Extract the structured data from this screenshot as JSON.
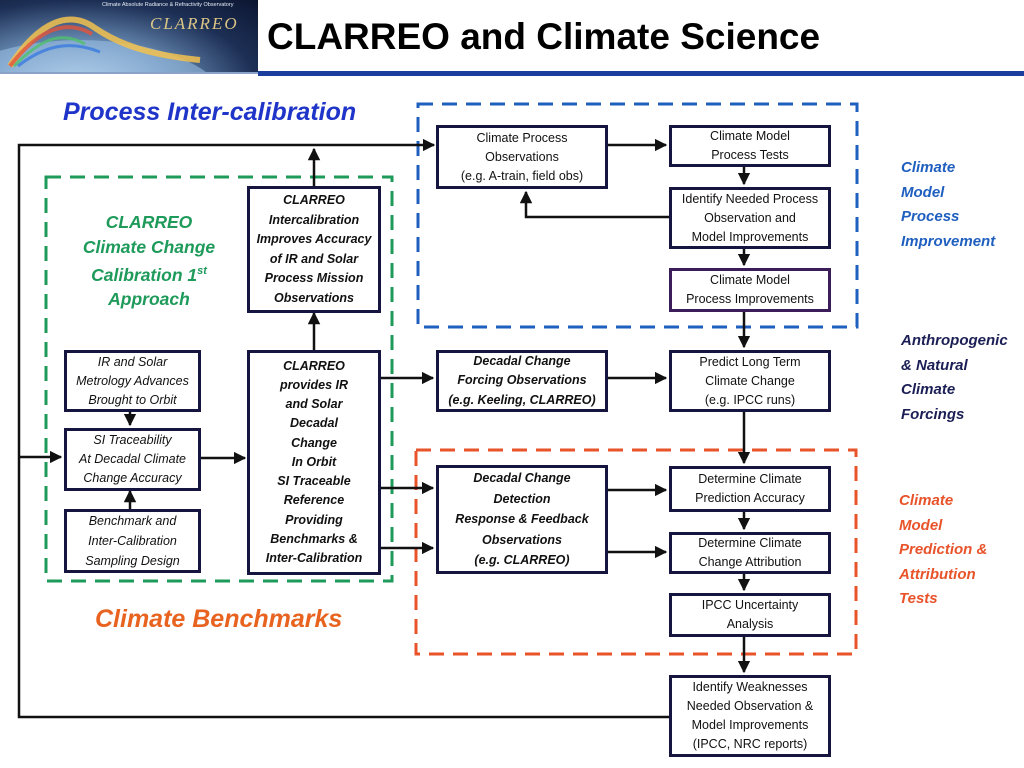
{
  "header": {
    "title": "CLARREO and Climate Science",
    "logo_caption": "Climate Absolute Radiance & Refractivity Observatory",
    "logo_word": "CLARREO"
  },
  "colors": {
    "title_rule": "#1a3d9e",
    "process_blue": "#1f5fbf",
    "benchmark_green": "#1e9a5a",
    "prediction_orange": "#e8532a",
    "box_border": "#151540",
    "forcings_navy": "#1b1f55"
  },
  "sections": {
    "process_title": "Process Inter-calibration",
    "benchmarks_title": "Climate Benchmarks",
    "calibration_label": "CLARREO\nClimate Change\nCalibration 1st\nApproach"
  },
  "side_labels": {
    "process": "Climate\nModel\nProcess\nImprovement",
    "forcings": "Anthropogenic\n& Natural\nClimate\nForcings",
    "prediction": "Climate\nModel\nPrediction &\nAttribution\nTests"
  },
  "boxes": {
    "climate_process_obs": "Climate Process\nObservations\n(e.g. A-train, field obs)",
    "climate_model_tests": "Climate Model\nProcess Tests",
    "identify_needed": "Identify Needed Process\nObservation and\nModel Improvements",
    "model_improvements": "Climate Model\nProcess Improvements",
    "intercalibration": "CLARREO\nIntercalibration\nImproves Accuracy\nof IR and Solar\nProcess Mission\nObservations",
    "provides": "CLARREO\nprovides IR\nand Solar\nDecadal\nChange\nIn Orbit\nSI Traceable\nReference\nProviding\nBenchmarks &\nInter-Calibration",
    "ir_solar": "IR and Solar\nMetrology Advances\nBrought to Orbit",
    "si_trace": "SI Traceability\nAt Decadal Climate\nChange Accuracy",
    "benchmark_design": "Benchmark and\nInter-Calibration\nSampling Design",
    "decadal_forcing": "Decadal Change\nForcing Observations\n(e.g. Keeling, CLARREO)",
    "predict": "Predict Long Term\nClimate Change\n(e.g. IPCC runs)",
    "decadal_detection": "Decadal Change\nDetection\nResponse & Feedback\nObservations\n(e.g. CLARREO)",
    "determine_accuracy": "Determine Climate\nPrediction Accuracy",
    "determine_attribution": "Determine Climate\nChange Attribution",
    "ipcc_uncertainty": "IPCC Uncertainty\nAnalysis",
    "identify_weaknesses": "Identify Weaknesses\nNeeded Observation &\nModel Improvements\n(IPCC, NRC reports)"
  }
}
